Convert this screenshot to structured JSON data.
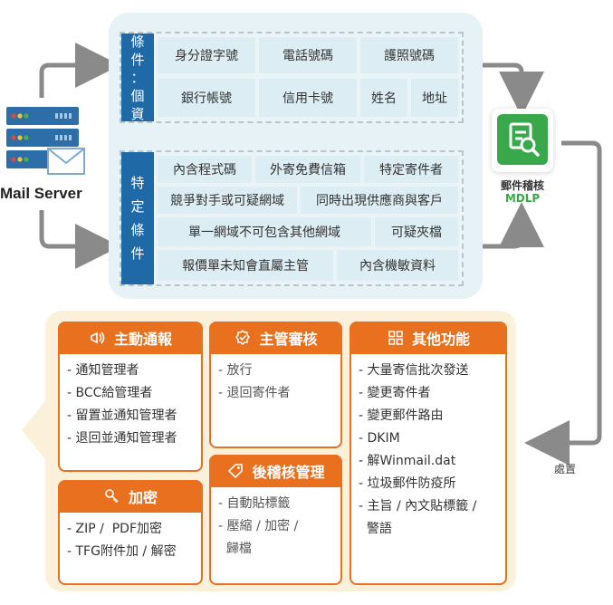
{
  "server": {
    "label": "Mail Server"
  },
  "personal": {
    "label_chars": [
      "條",
      "件",
      "：",
      "個",
      "資"
    ],
    "row1": [
      "身分證字號",
      "電話號碼",
      "護照號碼"
    ],
    "row2": [
      "銀行帳號",
      "信用卡號",
      "姓名",
      "地址"
    ]
  },
  "specific": {
    "label_chars": [
      "特",
      "定",
      "條",
      "件"
    ],
    "row1": [
      "內含程式碼",
      "外寄免費信箱",
      "特定寄件者"
    ],
    "row2": [
      "競爭對手或可疑網域",
      "同時出現供應商與客戶"
    ],
    "row3": [
      "單一網域不可包含其他網域",
      "可疑夾檔"
    ],
    "row4": [
      "報價單未知會直屬主管",
      "內含機敏資料"
    ]
  },
  "mdlp": {
    "title": "郵件稽核",
    "subtitle": "MDLP"
  },
  "handling_label": "處置",
  "cards": {
    "notify": {
      "title": "主動通報",
      "items": [
        "- 通知管理者",
        "- BCC給管理者",
        "- 留置並通知管理者",
        "- 退回並通知管理者"
      ]
    },
    "review": {
      "title": "主管審核",
      "items": [
        "- 放行",
        "- 退回寄件者"
      ]
    },
    "other": {
      "title": "其他功能",
      "items": [
        "- 大量寄信批次發送",
        "- 變更寄件者",
        "- 變更郵件路由",
        "- DKIM",
        "- 解Winmail.dat",
        "- 垃圾郵件防疫所",
        "- 主旨 / 內文貼標籤 /",
        "  警語"
      ]
    },
    "post": {
      "title": "後稽核管理",
      "items": [
        "- 自動貼標籤",
        "- 壓縮 / 加密 /",
        "  歸檔"
      ]
    },
    "encrypt": {
      "title": "加密",
      "items": [
        "- ZIP /  PDF加密",
        "- TFG附件加 / 解密"
      ]
    }
  },
  "colors": {
    "blue": "#1f6aa6",
    "orange": "#e8701e",
    "green": "#39a84a",
    "arrow_gray": "#8a8a8a"
  }
}
